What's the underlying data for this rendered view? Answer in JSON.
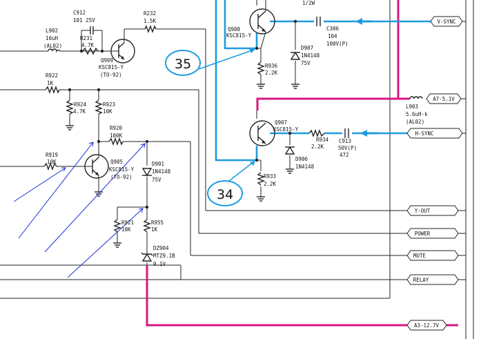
{
  "components": {
    "c912": [
      "C912",
      "101 25V"
    ],
    "r232": [
      "R232",
      "1.5K"
    ],
    "l902": [
      "L902",
      "10uH",
      "(AL02)"
    ],
    "r231": [
      "R231",
      "4.7K"
    ],
    "q909": [
      "Q909",
      "KSC815-Y",
      "(TO-92)"
    ],
    "r922": [
      "R922",
      "1K"
    ],
    "r924": [
      "R924",
      "4.7K"
    ],
    "r923": [
      "R923",
      "10K"
    ],
    "r920": [
      "R920",
      "100K"
    ],
    "r919": [
      "R919",
      "10K"
    ],
    "q905": [
      "Q905",
      "KSC815-Y",
      "(TO-92)"
    ],
    "d901": [
      "D901",
      "1N4148",
      "75V"
    ],
    "r921": [
      "R921",
      "10K"
    ],
    "r955": [
      "R955",
      "1K"
    ],
    "dz904": [
      "DZ904",
      "MTZ9.1B",
      "9.1V"
    ],
    "q908": [
      "Q908",
      "KSC815-Y"
    ],
    "top": [
      "1/2W"
    ],
    "c306": [
      "C306",
      "104",
      "100V(P)"
    ],
    "r936": [
      "R936",
      "2.2K"
    ],
    "d907": [
      "D907",
      "1N4148",
      "75V"
    ],
    "l903": [
      "L903",
      "5.6uH-k",
      "(AL02)"
    ],
    "q907": [
      "Q907",
      "KSC815-Y"
    ],
    "r934": [
      "R934",
      "2.2K"
    ],
    "c913": [
      "C913",
      "50V(P)",
      "472"
    ],
    "d906": [
      "D906",
      "1N4148"
    ],
    "r933": [
      "R933",
      "2.2K"
    ]
  },
  "callouts": {
    "c35": "35",
    "c34": "34"
  },
  "connectors": {
    "vsync": "V-SYNC",
    "a7": "A7-5.1V",
    "hsync": "H-SYNC",
    "yout": "Y-OUT",
    "power": "POWER",
    "mute": "MUTE",
    "relay": "RELAY",
    "a3": "A3-12.7V"
  },
  "colors": {
    "wire": "#222222",
    "highlight_blue": "#1e9be0",
    "highlight_magenta": "#d8167f",
    "annotation_arrows": "#1a2fd6"
  }
}
